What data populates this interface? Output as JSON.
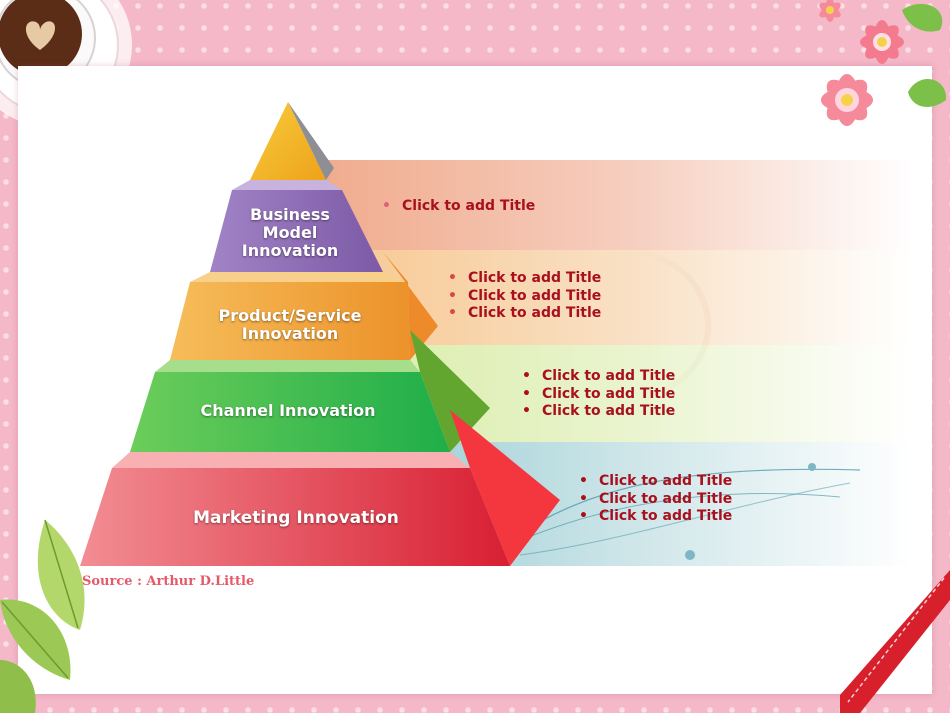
{
  "tiers": [
    {
      "label": "Business\nModel\nInnovation",
      "items": [
        "Click to add Title"
      ]
    },
    {
      "label": "Product/Service\nInnovation",
      "items": [
        "Click to add Title",
        "Click to add Title",
        "Click to add Title"
      ]
    },
    {
      "label": "Channel Innovation",
      "items": [
        "Click to add Title",
        "Click to add Title",
        "Click to add Title"
      ]
    },
    {
      "label": "Marketing Innovation",
      "items": [
        "Click to add Title",
        "Click to add Title",
        "Click to add Title"
      ]
    }
  ],
  "source": "Source : Arthur D.Little",
  "colors": {
    "apex": "#f3b22a",
    "tier1": "#8e6bb3",
    "tier2": "#f2a13a",
    "tier3": "#3fba4e",
    "tier4": "#e8404c",
    "bullet_text": "#a8101e"
  },
  "decorations": [
    "coffee-cup-icon",
    "pink-flower-icon",
    "green-leaf-icon",
    "red-ribbon-icon"
  ]
}
